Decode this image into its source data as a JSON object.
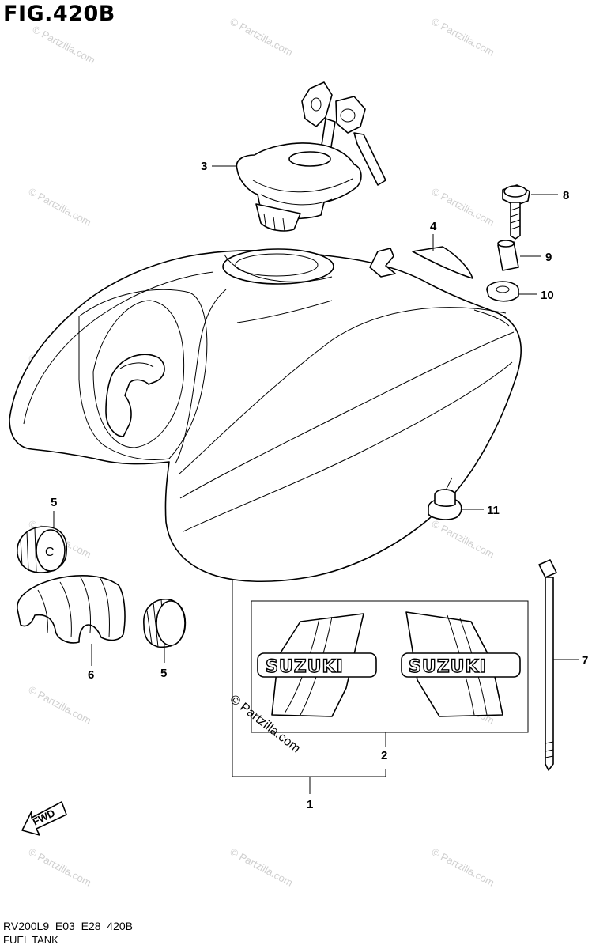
{
  "figure": {
    "title": "FIG.420B",
    "model_code": "RV200L9_E03_E28_420B",
    "name": "FUEL TANK"
  },
  "callouts": {
    "c1": "1",
    "c2": "2",
    "c3": "3",
    "c4": "4",
    "c5a": "5",
    "c5b": "5",
    "c6": "6",
    "c7": "7",
    "c8": "8",
    "c9": "9",
    "c10": "10",
    "c11": "11"
  },
  "direction_label": "FWD",
  "emblem_text": "SUZUKI",
  "watermark": "© Partzilla.com",
  "cap_letter": "C"
}
